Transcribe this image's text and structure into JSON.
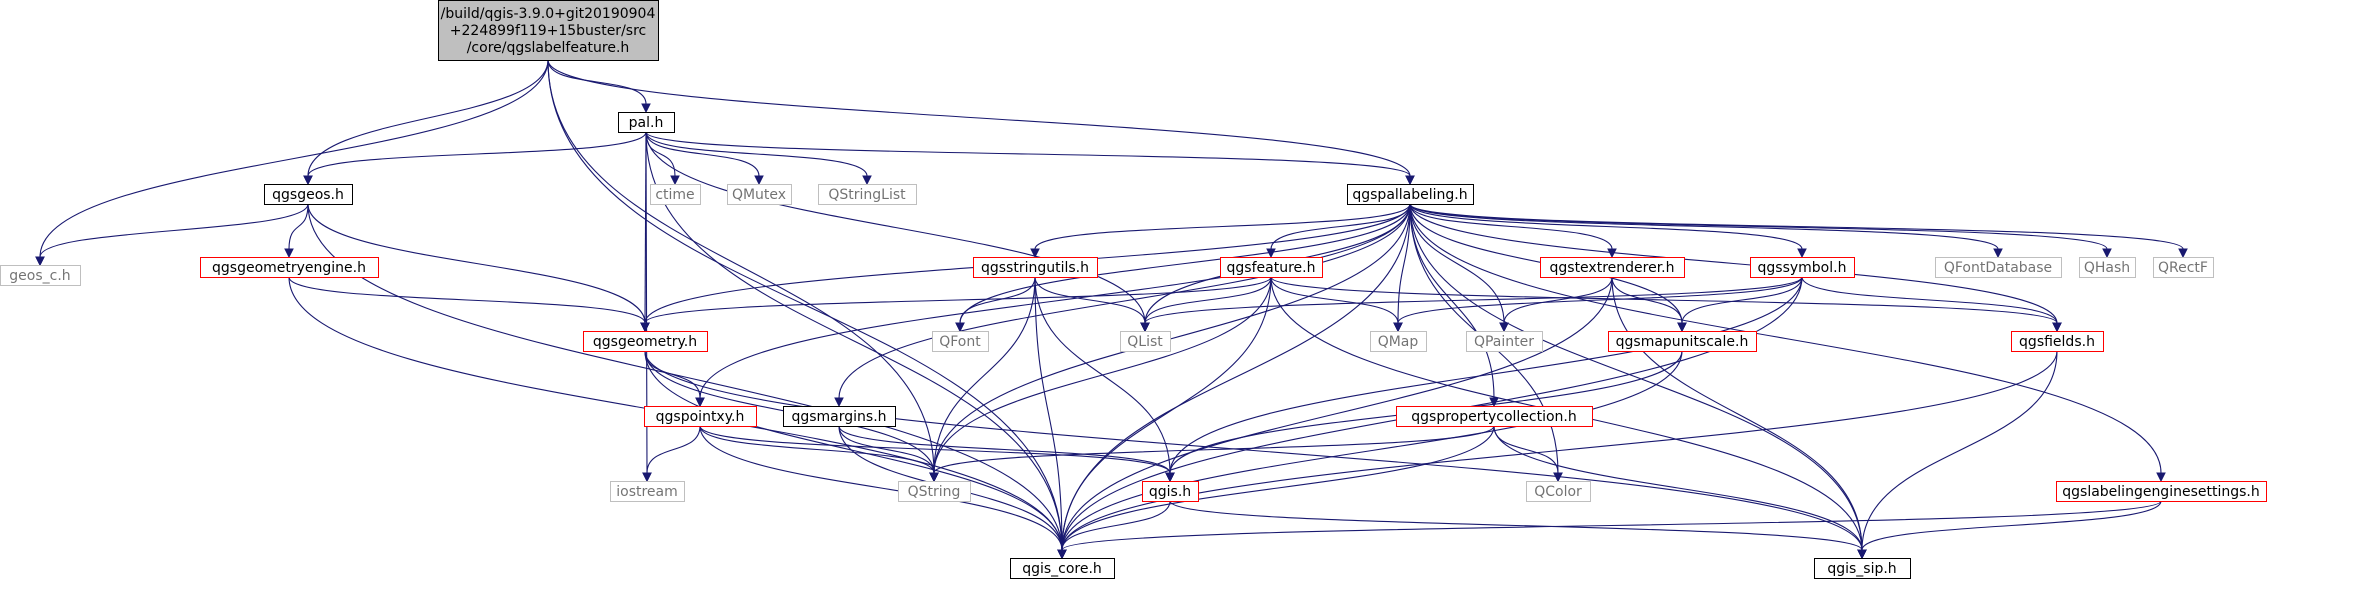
{
  "colors": {
    "edge": "#191970",
    "root_fill": "#bfbfbf",
    "border_black": "#000000",
    "border_red": "#ff0000",
    "border_gray": "#bfbfbf",
    "text": "#000000",
    "text_gray": "#000000"
  },
  "nodes": [
    {
      "id": "root",
      "lines": [
        "/build/qgis-3.9.0+git20190904",
        "+224899f119+15buster/src",
        "/core/qgslabelfeature.h"
      ],
      "style": "root"
    },
    {
      "id": "pal",
      "lines": [
        "pal.h"
      ],
      "style": "black"
    },
    {
      "id": "qgsgeos",
      "lines": [
        "qgsgeos.h"
      ],
      "style": "black"
    },
    {
      "id": "qgspallabeling",
      "lines": [
        "qgspallabeling.h"
      ],
      "style": "black"
    },
    {
      "id": "ctime",
      "lines": [
        "ctime"
      ],
      "style": "gray"
    },
    {
      "id": "QMutex",
      "lines": [
        "QMutex"
      ],
      "style": "gray"
    },
    {
      "id": "QStringList",
      "lines": [
        "QStringList"
      ],
      "style": "gray"
    },
    {
      "id": "geos_c",
      "lines": [
        "geos_c.h"
      ],
      "style": "gray"
    },
    {
      "id": "qgsgeometryengine",
      "lines": [
        "qgsgeometryengine.h"
      ],
      "style": "red"
    },
    {
      "id": "qgsgeometry",
      "lines": [
        "qgsgeometry.h"
      ],
      "style": "red"
    },
    {
      "id": "qgsstringutils",
      "lines": [
        "qgsstringutils.h"
      ],
      "style": "red"
    },
    {
      "id": "qgsfeature",
      "lines": [
        "qgsfeature.h"
      ],
      "style": "red"
    },
    {
      "id": "qgstextrenderer",
      "lines": [
        "qgstextrenderer.h"
      ],
      "style": "red"
    },
    {
      "id": "qgssymbol",
      "lines": [
        "qgssymbol.h"
      ],
      "style": "red"
    },
    {
      "id": "QFontDatabase",
      "lines": [
        "QFontDatabase"
      ],
      "style": "gray"
    },
    {
      "id": "QHash",
      "lines": [
        "QHash"
      ],
      "style": "gray"
    },
    {
      "id": "QRectF",
      "lines": [
        "QRectF"
      ],
      "style": "gray"
    },
    {
      "id": "QFont",
      "lines": [
        "QFont"
      ],
      "style": "gray"
    },
    {
      "id": "QList",
      "lines": [
        "QList"
      ],
      "style": "gray"
    },
    {
      "id": "QMap",
      "lines": [
        "QMap"
      ],
      "style": "gray"
    },
    {
      "id": "QPainter",
      "lines": [
        "QPainter"
      ],
      "style": "gray"
    },
    {
      "id": "qgsfields",
      "lines": [
        "qgsfields.h"
      ],
      "style": "red"
    },
    {
      "id": "qgsmapunitscale",
      "lines": [
        "qgsmapunitscale.h"
      ],
      "style": "red"
    },
    {
      "id": "qgspointxy",
      "lines": [
        "qgspointxy.h"
      ],
      "style": "red"
    },
    {
      "id": "qgsmargins",
      "lines": [
        "qgsmargins.h"
      ],
      "style": "black"
    },
    {
      "id": "qgspropertycollection",
      "lines": [
        "qgspropertycollection.h"
      ],
      "style": "red"
    },
    {
      "id": "iostream",
      "lines": [
        "iostream"
      ],
      "style": "gray"
    },
    {
      "id": "QString",
      "lines": [
        "QString"
      ],
      "style": "gray"
    },
    {
      "id": "qgis",
      "lines": [
        "qgis.h"
      ],
      "style": "red"
    },
    {
      "id": "QColor",
      "lines": [
        "QColor"
      ],
      "style": "gray"
    },
    {
      "id": "qgslabelingenginesettings",
      "lines": [
        "qgslabelingenginesettings.h"
      ],
      "style": "red"
    },
    {
      "id": "qgis_core",
      "lines": [
        "qgis_core.h"
      ],
      "style": "black"
    },
    {
      "id": "qgis_sip",
      "lines": [
        "qgis_sip.h"
      ],
      "style": "black"
    }
  ],
  "edges": [
    [
      "root",
      "pal"
    ],
    [
      "root",
      "qgsgeos"
    ],
    [
      "root",
      "qgspallabeling"
    ],
    [
      "root",
      "geos_c"
    ],
    [
      "root",
      "qgis_core"
    ],
    [
      "root",
      "QString"
    ],
    [
      "pal",
      "qgsgeos"
    ],
    [
      "pal",
      "ctime"
    ],
    [
      "pal",
      "QMutex"
    ],
    [
      "pal",
      "QStringList"
    ],
    [
      "pal",
      "QList"
    ],
    [
      "pal",
      "qgsgeometry"
    ],
    [
      "pal",
      "iostream"
    ],
    [
      "pal",
      "qgis_core"
    ],
    [
      "pal",
      "qgspallabeling"
    ],
    [
      "qgsgeos",
      "geos_c"
    ],
    [
      "qgsgeos",
      "qgsgeometryengine"
    ],
    [
      "qgsgeos",
      "qgsgeometry"
    ],
    [
      "qgsgeos",
      "qgis_core"
    ],
    [
      "qgsgeometryengine",
      "qgsgeometry"
    ],
    [
      "qgsgeometryengine",
      "qgis_core"
    ],
    [
      "qgspallabeling",
      "qgsgeometry"
    ],
    [
      "qgspallabeling",
      "qgsstringutils"
    ],
    [
      "qgspallabeling",
      "qgsfeature"
    ],
    [
      "qgspallabeling",
      "qgstextrenderer"
    ],
    [
      "qgspallabeling",
      "qgssymbol"
    ],
    [
      "qgspallabeling",
      "QFontDatabase"
    ],
    [
      "qgspallabeling",
      "QHash"
    ],
    [
      "qgspallabeling",
      "QRectF"
    ],
    [
      "qgspallabeling",
      "QFont"
    ],
    [
      "qgspallabeling",
      "QList"
    ],
    [
      "qgspallabeling",
      "QMap"
    ],
    [
      "qgspallabeling",
      "QPainter"
    ],
    [
      "qgspallabeling",
      "qgsfields"
    ],
    [
      "qgspallabeling",
      "qgsmapunitscale"
    ],
    [
      "qgspallabeling",
      "qgspointxy"
    ],
    [
      "qgspallabeling",
      "qgsmargins"
    ],
    [
      "qgspallabeling",
      "qgspropertycollection"
    ],
    [
      "qgspallabeling",
      "QColor"
    ],
    [
      "qgspallabeling",
      "qgslabelingenginesettings"
    ],
    [
      "qgspallabeling",
      "qgis_core"
    ],
    [
      "qgspallabeling",
      "qgis_sip"
    ],
    [
      "qgspallabeling",
      "QString"
    ],
    [
      "qgsstringutils",
      "QFont"
    ],
    [
      "qgsstringutils",
      "QList"
    ],
    [
      "qgsstringutils",
      "QString"
    ],
    [
      "qgsstringutils",
      "qgis"
    ],
    [
      "qgsstringutils",
      "qgis_core"
    ],
    [
      "qgsfeature",
      "qgsgeometry"
    ],
    [
      "qgsfeature",
      "QList"
    ],
    [
      "qgsfeature",
      "QMap"
    ],
    [
      "qgsfeature",
      "qgsfields"
    ],
    [
      "qgsfeature",
      "QString"
    ],
    [
      "qgsfeature",
      "qgis_core"
    ],
    [
      "qgsfeature",
      "qgis_sip"
    ],
    [
      "qgstextrenderer",
      "QPainter"
    ],
    [
      "qgstextrenderer",
      "qgsmapunitscale"
    ],
    [
      "qgstextrenderer",
      "qgis_core"
    ],
    [
      "qgstextrenderer",
      "qgis_sip"
    ],
    [
      "qgssymbol",
      "QMap"
    ],
    [
      "qgssymbol",
      "QList"
    ],
    [
      "qgssymbol",
      "qgsmapunitscale"
    ],
    [
      "qgssymbol",
      "qgsfields"
    ],
    [
      "qgssymbol",
      "qgis"
    ],
    [
      "qgssymbol",
      "qgis_core"
    ],
    [
      "qgsfields",
      "qgis_core"
    ],
    [
      "qgsfields",
      "qgis_sip"
    ],
    [
      "qgsmapunitscale",
      "qgis"
    ],
    [
      "qgsmapunitscale",
      "qgis_core"
    ],
    [
      "qgsgeometry",
      "qgspointxy"
    ],
    [
      "qgsgeometry",
      "QString"
    ],
    [
      "qgsgeometry",
      "qgis_core"
    ],
    [
      "qgsgeometry",
      "qgis_sip"
    ],
    [
      "qgspointxy",
      "iostream"
    ],
    [
      "qgspointxy",
      "QString"
    ],
    [
      "qgspointxy",
      "qgis"
    ],
    [
      "qgspointxy",
      "qgis_core"
    ],
    [
      "qgsmargins",
      "QString"
    ],
    [
      "qgsmargins",
      "qgis"
    ],
    [
      "qgsmargins",
      "qgis_core"
    ],
    [
      "qgspropertycollection",
      "QString"
    ],
    [
      "qgspropertycollection",
      "QColor"
    ],
    [
      "qgspropertycollection",
      "qgis_core"
    ],
    [
      "qgspropertycollection",
      "qgis_sip"
    ],
    [
      "qgis",
      "qgis_core"
    ],
    [
      "qgis",
      "qgis_sip"
    ],
    [
      "qgslabelingenginesettings",
      "qgis_core"
    ],
    [
      "qgslabelingenginesettings",
      "qgis_sip"
    ]
  ]
}
